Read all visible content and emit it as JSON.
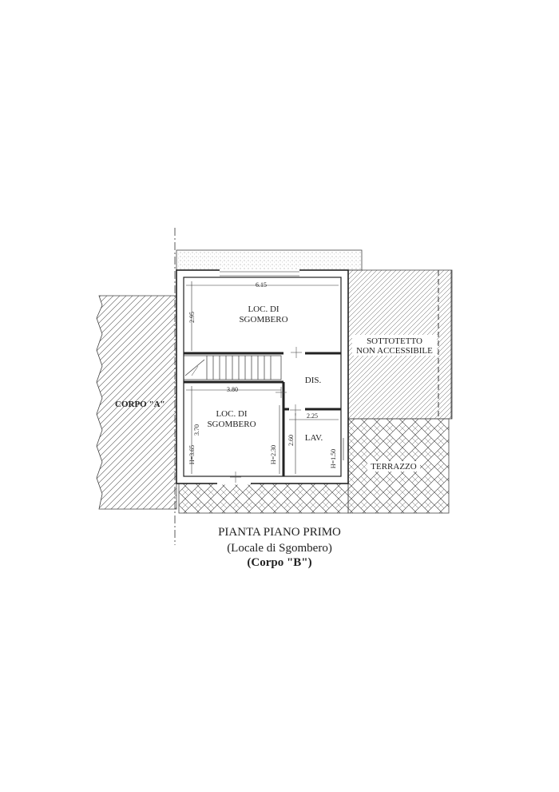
{
  "plan": {
    "corpo_a": "CORPO \"A\"",
    "room_top": {
      "line1": "LOC. DI",
      "line2": "SGOMBERO"
    },
    "room_bottom": {
      "line1": "LOC. DI",
      "line2": "SGOMBERO"
    },
    "dis": "DIS.",
    "lav": "LAV.",
    "sottotetto": {
      "line1": "SOTTOTETTO",
      "line2": "NON ACCESSIBILE"
    },
    "terrazzo": "TERRAZZO",
    "dims": {
      "top_width": "6.15",
      "top_height": "2.95",
      "mid_width": "3.80",
      "bottom_height": "3.70",
      "h_left": "H=3.65",
      "h_mid": "H=2.30",
      "lav_height": "2.60",
      "lav_width": "2.25",
      "h_lav": "H=1.50"
    }
  },
  "caption": {
    "line1": "PIANTA PIANO PRIMO",
    "line2": "(Locale di Sgombero)",
    "line3": "(Corpo \"B\")"
  }
}
